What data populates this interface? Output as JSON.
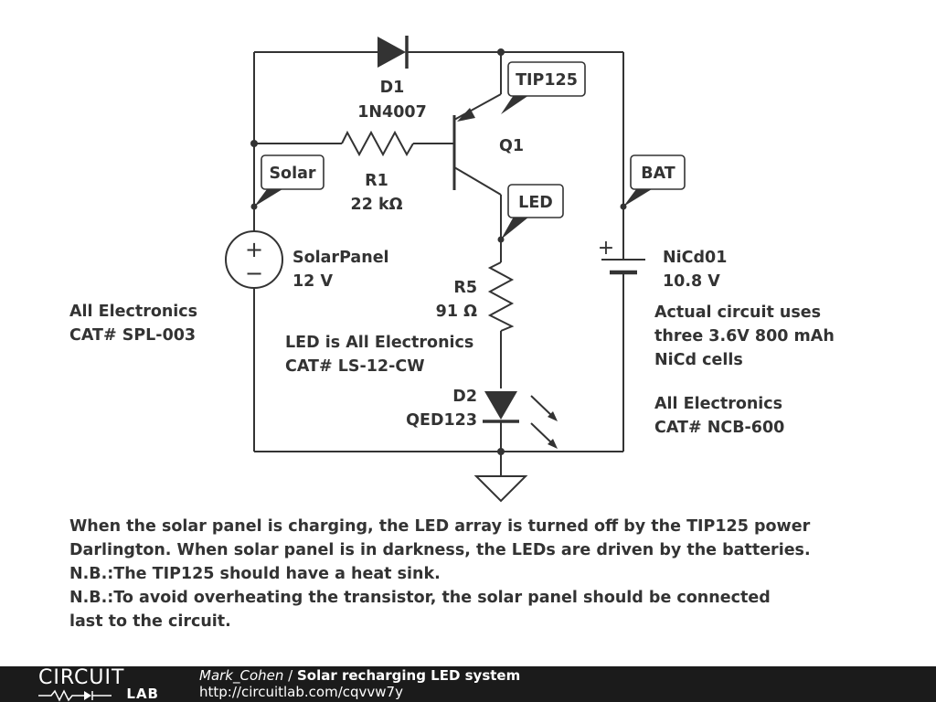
{
  "components": {
    "d1": {
      "ref": "D1",
      "value": "1N4007"
    },
    "r1": {
      "ref": "R1",
      "value": "22 kΩ"
    },
    "q1": {
      "ref": "Q1"
    },
    "solar_panel": {
      "name": "SolarPanel",
      "value": "12 V",
      "plus": "+",
      "minus": "−"
    },
    "r5": {
      "ref": "R5",
      "value": "91 Ω"
    },
    "d2": {
      "ref": "D2",
      "value": "QED123"
    },
    "battery": {
      "name": "NiCd01",
      "value": "10.8 V",
      "plus": "+"
    }
  },
  "tags": {
    "tip125": "TIP125",
    "solar": "Solar",
    "led": "LED",
    "bat": "BAT"
  },
  "notes": {
    "solar_line1": "All Electronics",
    "solar_line2": "CAT# SPL-003",
    "led_line1": "LED is All Electronics",
    "led_line2": "CAT# LS-12-CW",
    "battery_line1": "Actual circuit uses",
    "battery_line2": "three 3.6V 800 mAh",
    "battery_line3": "NiCd cells",
    "battery_line4": "All Electronics",
    "battery_line5": "CAT# NCB-600"
  },
  "description": {
    "line1": "When the solar panel is charging, the LED array is turned off by the TIP125 power",
    "line2": "Darlington. When solar panel is in darkness, the LEDs are driven by the batteries.",
    "line3": "N.B.:The TIP125 should have a heat sink.",
    "line4": "N.B.:To avoid overheating the transistor, the solar panel should be connected",
    "line5": "last to the circuit."
  },
  "footer": {
    "logo_top": "CIRCUIT",
    "logo_bottom": "LAB",
    "author": "Mark_Cohen",
    "separator": " / ",
    "title": "Solar recharging LED system",
    "url": "http://circuitlab.com/cqvvw7y"
  },
  "colors": {
    "ink": "#333333",
    "footer_bg": "#1b1b1b",
    "footer_text": "#ffffff"
  }
}
